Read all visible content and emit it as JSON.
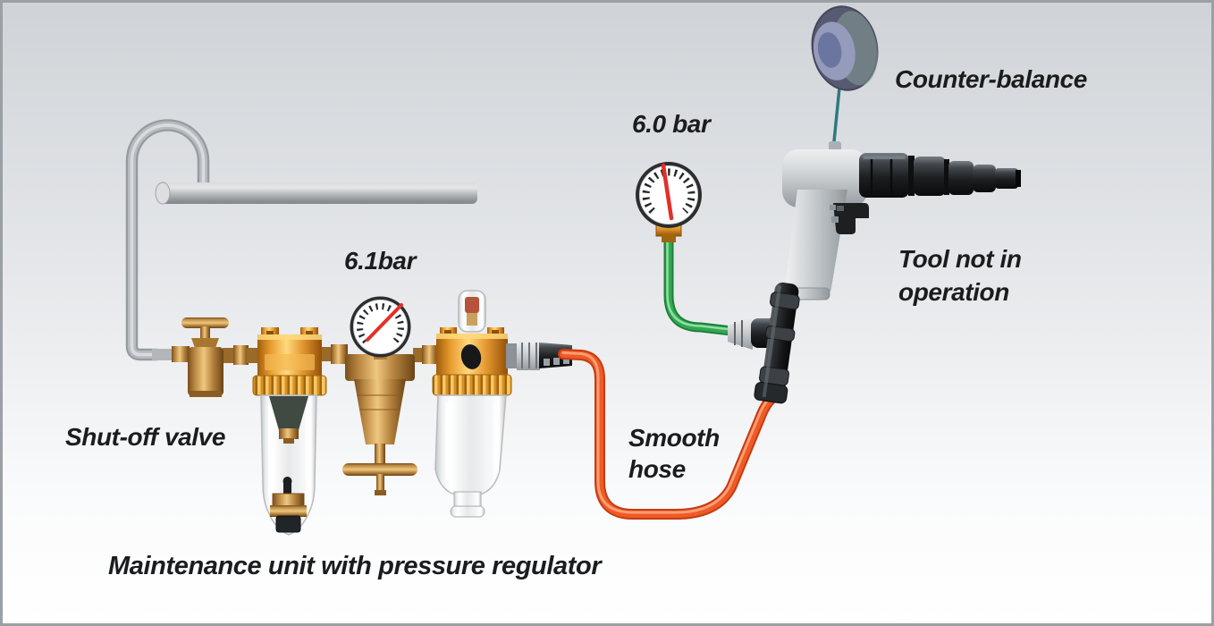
{
  "diagram": {
    "subject": "pneumatic-tool-air-supply-installation",
    "components": [
      "supply-pipe",
      "shut-off-valve",
      "filter",
      "pressure-regulator",
      "regulator-gauge",
      "lubricator",
      "smooth-hose",
      "line-gauge",
      "gauge-hose",
      "t-connector",
      "pneumatic-screwdriver",
      "counter-balance",
      "counter-balance-cord"
    ]
  },
  "labels": {
    "shut_off_valve": "Shut-off valve",
    "maintenance_unit": "Maintenance unit with pressure regulator",
    "regulator_pressure": "6.1bar",
    "smooth_hose": [
      "Smooth",
      "hose"
    ],
    "gauge_pressure": "6.0 bar",
    "counter_balance": "Counter-balance",
    "tool_status": [
      "Tool not in",
      "operation"
    ]
  },
  "gauges": [
    {
      "name": "regulator-gauge",
      "reading": "6.1bar"
    },
    {
      "name": "line-gauge",
      "reading": "6.0 bar"
    }
  ],
  "colors": {
    "label_text": "#1b1c1e",
    "frame_border": "#9aa0a5",
    "background_top": "#cfd3d7",
    "background_bottom": "#ffffff",
    "pipe_gray": "#b6babd",
    "brass": "#b5833f",
    "gold": "#e89c2e",
    "hose_supply_orange": "#ee5a28",
    "hose_gauge_green": "#33a852",
    "counter_balance_cord": "#2e7a80",
    "gauge_needle_red": "#e23028",
    "tool_body_gray": "#ccd0d3"
  }
}
